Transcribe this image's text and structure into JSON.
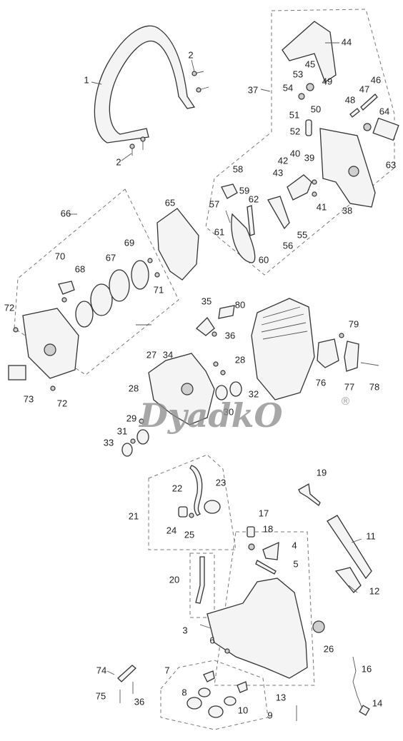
{
  "watermark": {
    "text": "DyadkO",
    "mark": "®"
  },
  "callouts": [
    "1",
    "2",
    "2",
    "37",
    "44",
    "45",
    "46",
    "47",
    "48",
    "49",
    "50",
    "51",
    "52",
    "53",
    "54",
    "64",
    "63",
    "42",
    "43",
    "40",
    "39",
    "41",
    "38",
    "58",
    "59",
    "57",
    "62",
    "61",
    "56",
    "55",
    "60",
    "65",
    "66",
    "67",
    "68",
    "69",
    "70",
    "71",
    "72",
    "72",
    "73",
    "35",
    "80",
    "36",
    "34",
    "27",
    "28",
    "28",
    "79",
    "76",
    "77",
    "78",
    "29",
    "31",
    "30",
    "32",
    "33",
    "22",
    "23",
    "21",
    "24",
    "25",
    "19",
    "17",
    "18",
    "4",
    "5",
    "11",
    "12",
    "20",
    "3",
    "26",
    "6",
    "74",
    "75",
    "36",
    "7",
    "8",
    "10",
    "9",
    "13",
    "14",
    "16"
  ]
}
